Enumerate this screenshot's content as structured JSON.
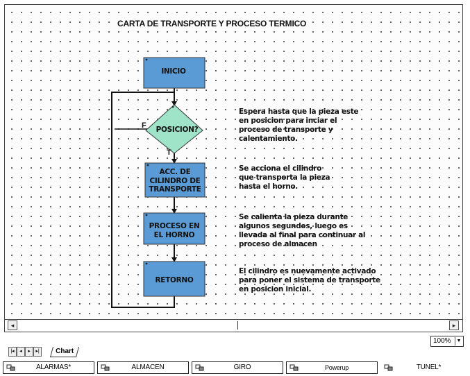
{
  "chart": {
    "title": "CARTA DE TRANSPORTE Y PROCESO TERMICO",
    "nodes": {
      "inicio": "INICIO",
      "posicion": "POSICION?",
      "accionamiento": "ACC. DE\nCILINDRO DE\nTRANSPORTE",
      "proceso": "PROCESO EN\nEL HORNO",
      "retorno": "RETORNO"
    },
    "edge_labels": {
      "false": "F",
      "true": "T"
    },
    "descriptions": [
      "Espera hasta que la pieza este\nen posicion para inciar el\nproceso de transporte y\ncalentamiento.",
      "Se acciona el cilindro\nque transporta la pieza\nhasta el horno.",
      "Se calienta la pieza durante\nalgunos segundos, luego es\nllevada al final para continuar al\nproceso de almacen",
      "El cilindro es nuevamente activado\npara poner el sistema de transporte\nen posicion inicial."
    ],
    "colors": {
      "process_fill": "#5b9bd5",
      "decision_fill": "#9fe3c8",
      "line": "#111111"
    }
  },
  "view": {
    "zoom": "100%",
    "sheet_tab": "Chart"
  },
  "taskbar": {
    "items": [
      "ALARMAS*",
      "ALMACEN",
      "GIRO",
      "Powerup",
      "TUNEL*"
    ]
  }
}
